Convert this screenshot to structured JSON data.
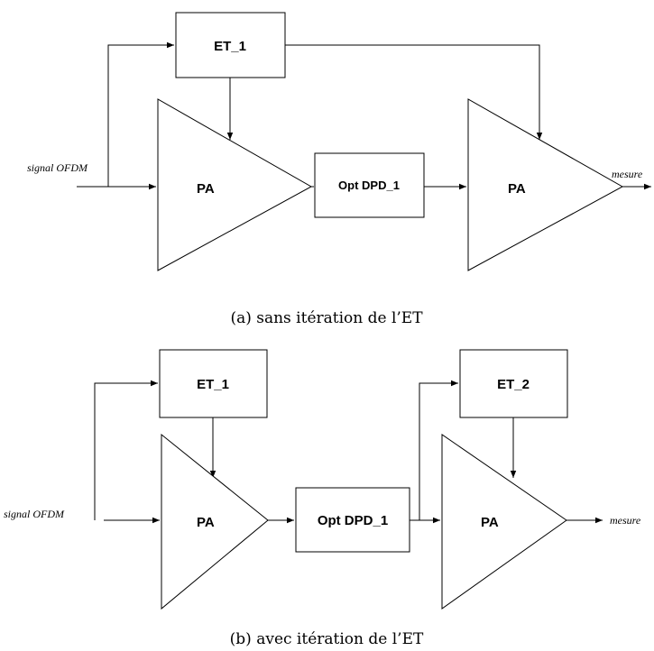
{
  "diagram_a": {
    "input_label": "signal OFDM",
    "et_label": "ET_1",
    "pa_label_1": "PA",
    "dpd_label": "Opt DPD_1",
    "pa_label_2": "PA",
    "output_label": "mesure",
    "caption": "(a) sans itération de l’ET"
  },
  "diagram_b": {
    "input_label": "signal OFDM",
    "et_label_1": "ET_1",
    "pa_label_1": "PA",
    "dpd_label": "Opt DPD_1",
    "et_label_2": "ET_2",
    "pa_label_2": "PA",
    "output_label": "mesure",
    "caption": "(b) avec itération de l’ET"
  }
}
